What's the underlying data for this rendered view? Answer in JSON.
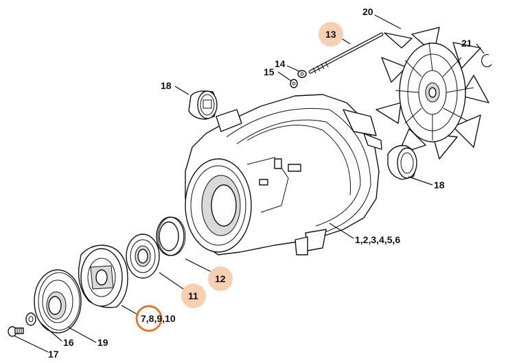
{
  "callouts": {
    "c20": "20",
    "c13": "13",
    "c21": "21",
    "c14": "14",
    "c15": "15",
    "c18a": "18",
    "c18b": "18",
    "c1_6": "1,2,3,4,5,6",
    "c12": "12",
    "c11": "11",
    "c7_10": "7,8,9,10",
    "c16": "16",
    "c17": "17",
    "c19": "19"
  },
  "colors": {
    "highlight_fill": "#f8cfb0",
    "highlight_ring": "#e07a2a",
    "line": "#111111"
  }
}
